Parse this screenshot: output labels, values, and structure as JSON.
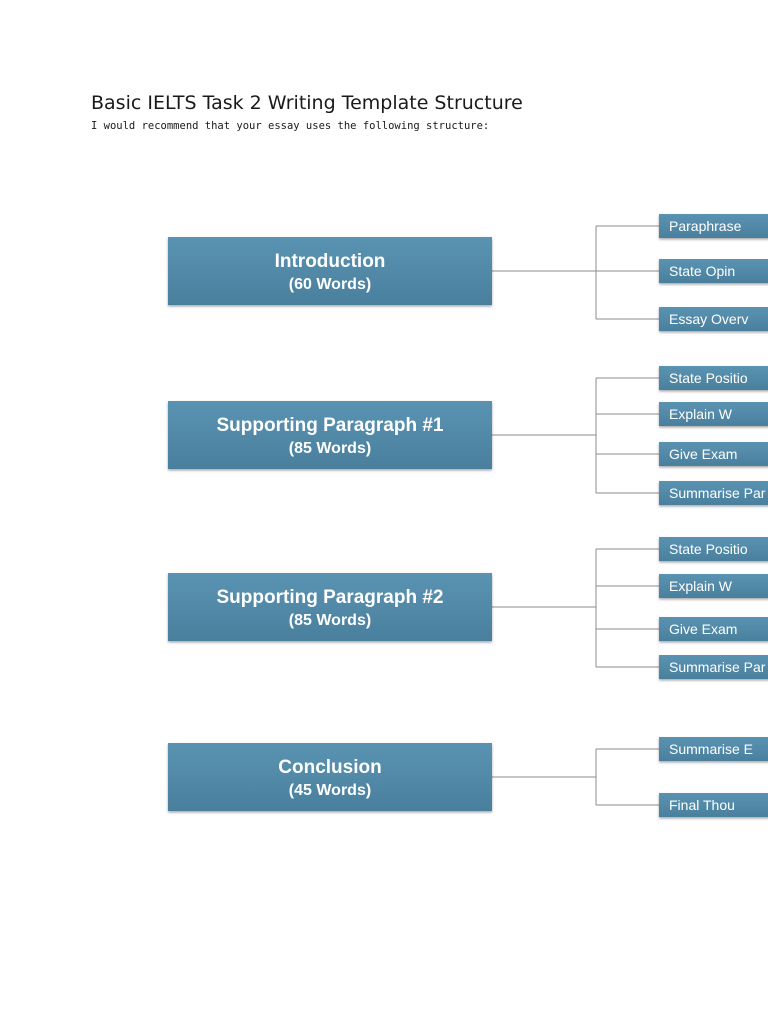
{
  "document": {
    "title": "Basic IELTS Task 2 Writing Template Structure",
    "subtitle": "I would recommend that your essay uses the following structure:"
  },
  "colors": {
    "box_fill": "#4f87a6",
    "box_fill_light": "#5a93b2",
    "text": "#ffffff",
    "connector": "#8c8c8c"
  },
  "sections": [
    {
      "title": "Introduction",
      "words": "(60 Words)",
      "points": [
        "Paraphrase",
        "State Opin",
        "Essay Overv"
      ]
    },
    {
      "title": "Supporting Paragraph #1",
      "words": "(85 Words)",
      "points": [
        "State Positio",
        "Explain W",
        "Give Exam",
        "Summarise Par"
      ]
    },
    {
      "title": "Supporting Paragraph #2",
      "words": "(85 Words)",
      "points": [
        "State Positio",
        "Explain W",
        "Give Exam",
        "Summarise Par"
      ]
    },
    {
      "title": "Conclusion",
      "words": "(45 Words)",
      "points": [
        "Summarise E",
        "Final Thou"
      ]
    }
  ]
}
